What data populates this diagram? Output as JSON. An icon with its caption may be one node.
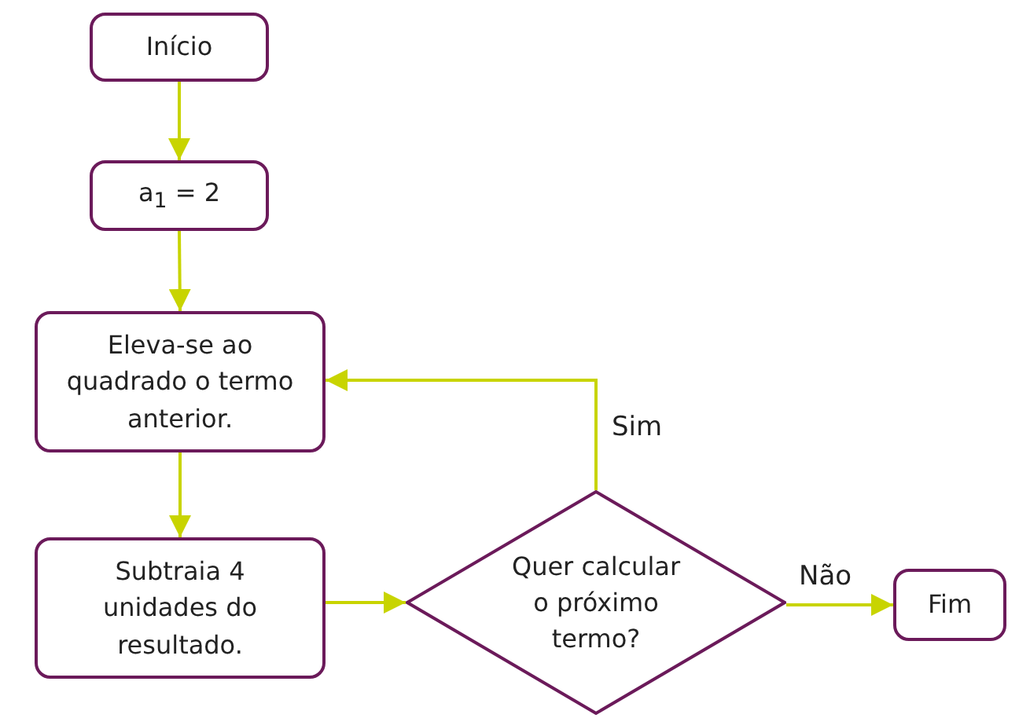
{
  "diagram": {
    "nodes": [
      {
        "text": [
          "Início"
        ]
      },
      {
        "text": [
          "a$_{1}$ = 2"
        ]
      },
      {
        "text": [
          "Eleva-se ao quadrado o termo anterior."
        ]
      },
      {
        "text": [
          "Subtraia 4 unidades do resultado."
        ]
      },
      {
        "text": [
          "Quer calcular o próximo termo?"
        ]
      },
      {
        "text": [
          "Fim"
        ]
      }
    ],
    "edges": [
      {
        "from": 0,
        "to": 1,
        "arrow": "to"
      },
      {
        "from": 1,
        "to": 2,
        "arrow": "to"
      },
      {
        "from": 2,
        "to": 3,
        "arrow": "to"
      },
      {
        "from": 3,
        "to": 4,
        "arrow": "to"
      },
      {
        "from": 4,
        "to": 2,
        "arrow": "to",
        "label": "Sim"
      },
      {
        "from": 4,
        "to": 5,
        "arrow": "to",
        "label": "Não"
      }
    ]
  }
}
